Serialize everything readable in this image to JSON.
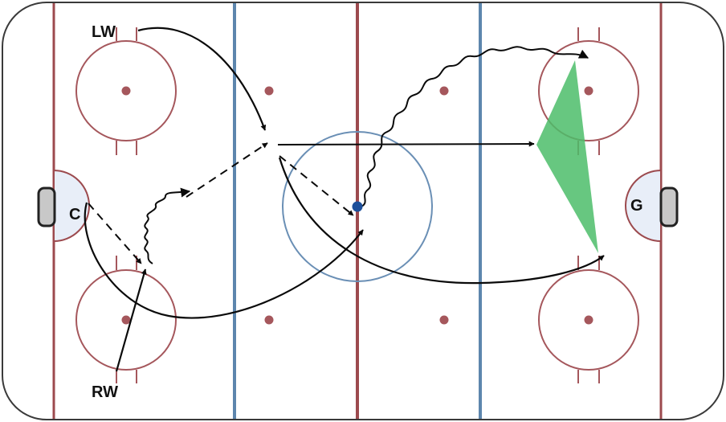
{
  "labels": {
    "left_wing": "LW",
    "center": "C",
    "right_wing": "RW",
    "goalie": "G"
  },
  "colors": {
    "board": "#3a3a3a",
    "red_line": "#9c4a4e",
    "blue_line": "#5d86ad",
    "faceoff": "#a5575c",
    "crease_fill": "#e8eef8",
    "net_fill": "#c8c8c8",
    "center_circle": "#6a8fb5",
    "puck": "#1d4f9a",
    "path": "#0a0a0a",
    "triangle_fill": "#4cbd6a"
  },
  "icons": {
    "puck": "puck-icon",
    "arrow": "arrow-head-icon"
  }
}
